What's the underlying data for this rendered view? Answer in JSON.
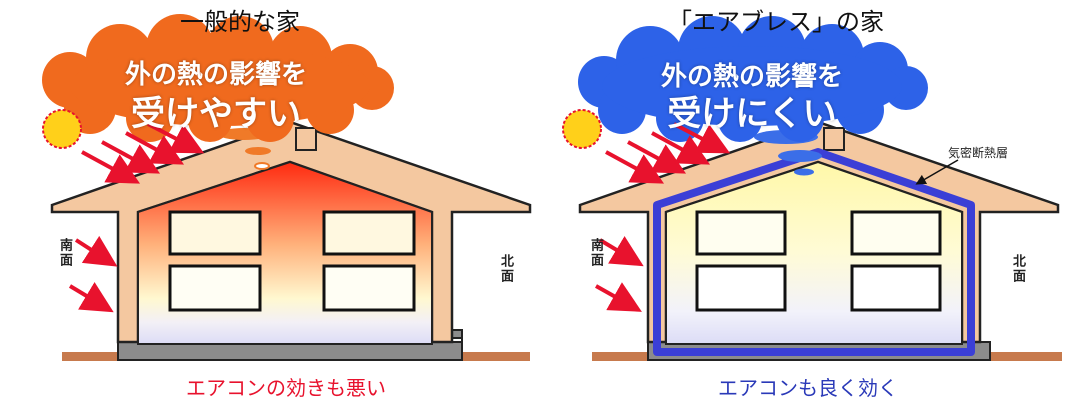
{
  "left": {
    "title": "一般的な家",
    "cloud_line1": "外の熱の影響を",
    "cloud_line2": "受けやすい",
    "south_label": "南面",
    "north_label": "北面",
    "caption": "エアコンの効きも悪い",
    "colors": {
      "cloud": "#f06a1e",
      "interior_top": "#ff2a10",
      "caption": "#e8122d"
    }
  },
  "right": {
    "title": "「エアブレス」の家",
    "cloud_line1": "外の熱の影響を",
    "cloud_line2": "受けにくい",
    "south_label": "南面",
    "north_label": "北面",
    "insulation_label": "気密断熱層",
    "caption": "エアコンも良く効く",
    "colors": {
      "cloud": "#2d62e8",
      "insulation": "#3b3fd6",
      "caption": "#2a39b8"
    }
  },
  "icons": {
    "sun": "sun-icon",
    "heat_arrow": "heat-arrow-icon"
  }
}
